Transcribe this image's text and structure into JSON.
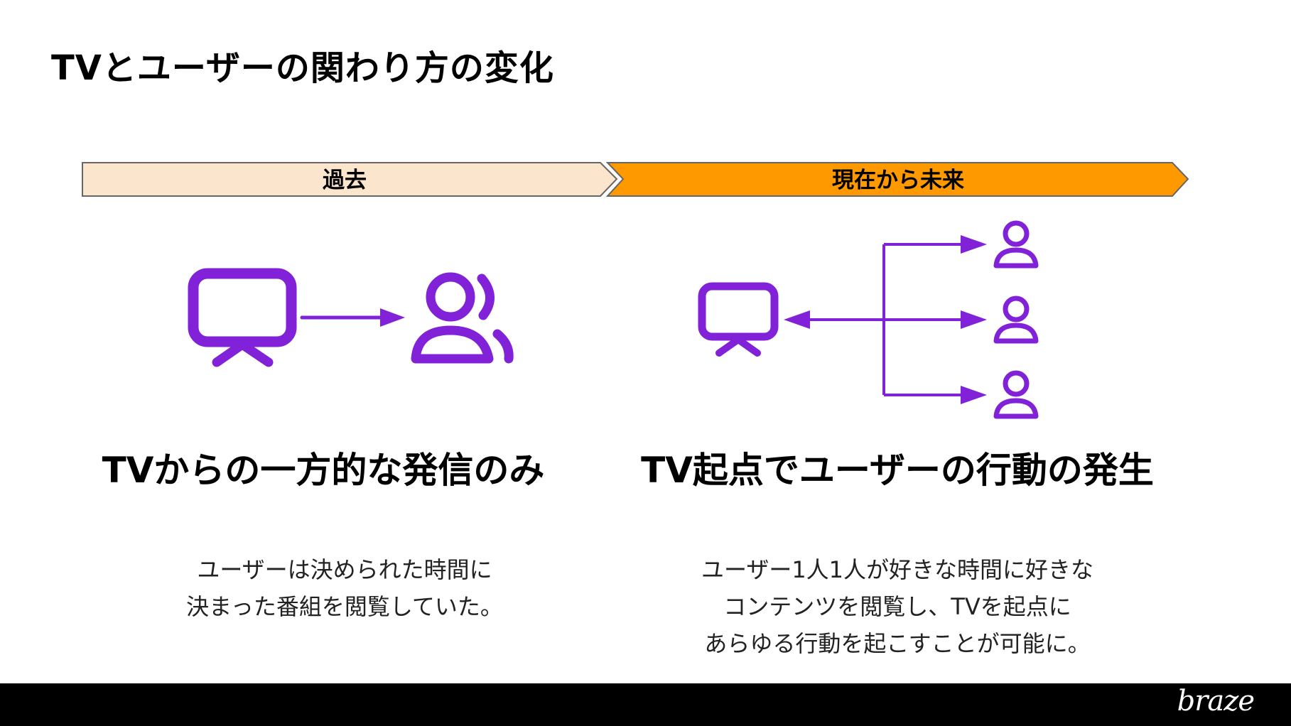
{
  "title": "TVとユーザーの関わり方の変化",
  "timeline": {
    "past_label": "過去",
    "future_label": "現在から未来",
    "past_color": "#FCE5CD",
    "future_color": "#FF9900"
  },
  "icons": {
    "color": "#8122D9"
  },
  "left": {
    "heading": "TVからの一方的な発信のみ",
    "body": [
      "ユーザーは決められた時間に",
      "決まった番組を閲覧していた。"
    ]
  },
  "right": {
    "heading": "TV起点でユーザーの行動の発生",
    "body": [
      "ユーザー1人1人が好きな時間に好きな",
      "コンテンツを閲覧し、TVを起点に",
      "あらゆる行動を起こすことが可能に。"
    ]
  },
  "footer": {
    "brand": "braze"
  }
}
